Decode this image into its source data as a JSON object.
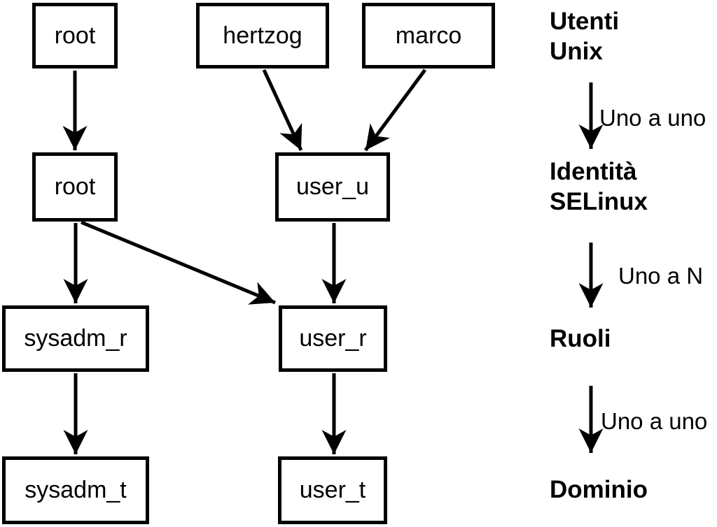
{
  "diagram": {
    "background_color": "#ffffff",
    "stroke_color": "#000000",
    "nodes": [
      {
        "id": "unix-root",
        "label": "root"
      },
      {
        "id": "unix-hertzog",
        "label": "hertzog"
      },
      {
        "id": "unix-marco",
        "label": "marco"
      },
      {
        "id": "selinux-root",
        "label": "root"
      },
      {
        "id": "selinux-user-u",
        "label": "user_u"
      },
      {
        "id": "role-sysadm-r",
        "label": "sysadm_r"
      },
      {
        "id": "role-user-r",
        "label": "user_r"
      },
      {
        "id": "domain-sysadm-t",
        "label": "sysadm_t"
      },
      {
        "id": "domain-user-t",
        "label": "user_t"
      }
    ],
    "edges": [
      {
        "from": "unix-root",
        "to": "selinux-root"
      },
      {
        "from": "unix-hertzog",
        "to": "selinux-user-u"
      },
      {
        "from": "unix-marco",
        "to": "selinux-user-u"
      },
      {
        "from": "selinux-root",
        "to": "role-sysadm-r"
      },
      {
        "from": "selinux-root",
        "to": "role-user-r"
      },
      {
        "from": "selinux-user-u",
        "to": "role-user-r"
      },
      {
        "from": "role-sysadm-r",
        "to": "domain-sysadm-t"
      },
      {
        "from": "role-user-r",
        "to": "domain-user-t"
      }
    ]
  },
  "legend": {
    "levels": [
      {
        "id": "utenti-unix",
        "label": "Utenti\nUnix"
      },
      {
        "id": "identita-selinux",
        "label": "Identità\nSELinux"
      },
      {
        "id": "ruoli",
        "label": "Ruoli"
      },
      {
        "id": "dominio",
        "label": "Dominio"
      }
    ],
    "relations": [
      {
        "id": "uno-a-uno-1",
        "label": "Uno a uno"
      },
      {
        "id": "uno-a-n",
        "label": "Uno a N"
      },
      {
        "id": "uno-a-uno-2",
        "label": "Uno a uno"
      }
    ]
  }
}
